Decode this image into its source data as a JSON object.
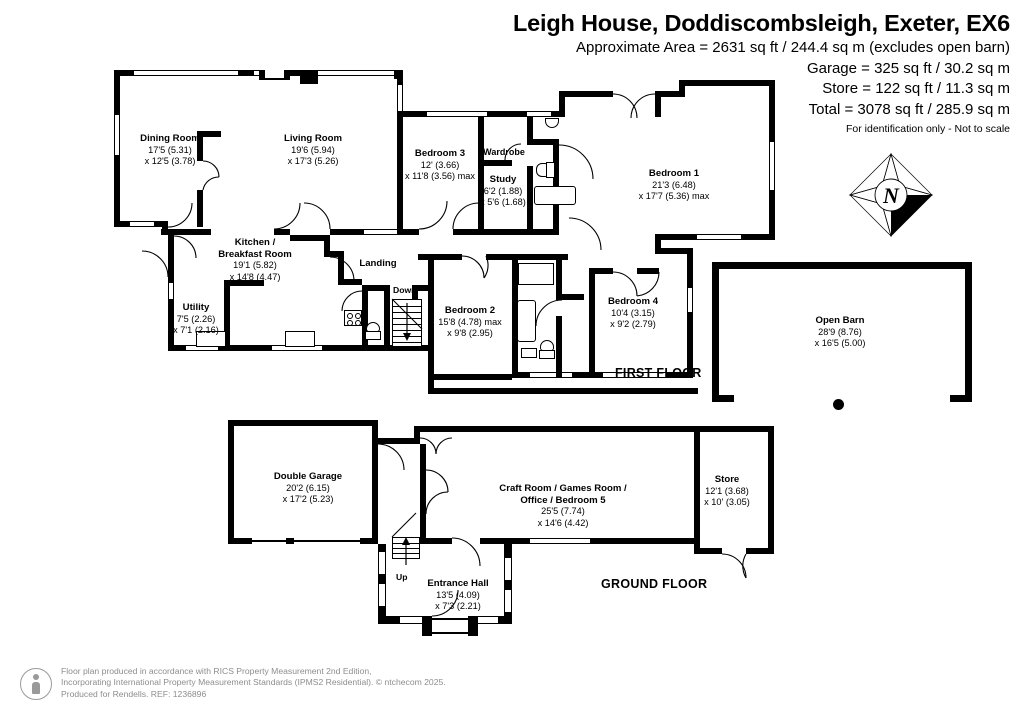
{
  "header": {
    "title": "Leigh House, Doddiscombsleigh, Exeter, EX6",
    "area_line": "Approximate Area = 2631 sq ft / 244.4 sq m (excludes open barn)",
    "garage_line": "Garage = 325 sq ft / 30.2 sq m",
    "store_line": "Store = 122 sq ft / 11.3 sq m",
    "total_line": "Total = 3078 sq ft / 285.9 sq m",
    "disclaimer": "For identification only - Not to scale"
  },
  "compass": {
    "north_letter": "N"
  },
  "floor_labels": {
    "first": "FIRST FLOOR",
    "ground": "GROUND FLOOR"
  },
  "stairs": {
    "down_label": "Down",
    "up_label": "Up"
  },
  "first_floor": {
    "rooms": [
      {
        "name": "Dining Room",
        "dim1": "17'5 (5.31)",
        "dim2": "x 12'5 (3.78)"
      },
      {
        "name": "Living Room",
        "dim1": "19'6 (5.94)",
        "dim2": "x 17'3 (5.26)"
      },
      {
        "name": "Kitchen /",
        "name2": "Breakfast Room",
        "dim1": "19'1 (5.82)",
        "dim2": "x 14'8 (4.47)"
      },
      {
        "name": "Utility",
        "dim1": "7'5 (2.26)",
        "dim2": "x 7'1 (2.16)"
      },
      {
        "name": "Landing",
        "dim1": "",
        "dim2": ""
      },
      {
        "name": "Bedroom 3",
        "dim1": "12' (3.66)",
        "dim2": "x 11'8 (3.56) max"
      },
      {
        "name": "Wardrobe",
        "dim1": "",
        "dim2": ""
      },
      {
        "name": "Study",
        "dim1": "6'2 (1.88)",
        "dim2": "x 5'6 (1.68)"
      },
      {
        "name": "Bedroom 1",
        "dim1": "21'3 (6.48)",
        "dim2": "x 17'7 (5.36) max"
      },
      {
        "name": "Bedroom 2",
        "dim1": "15'8 (4.78) max",
        "dim2": "x 9'8 (2.95)"
      },
      {
        "name": "Bedroom 4",
        "dim1": "10'4 (3.15)",
        "dim2": "x 9'2 (2.79)"
      },
      {
        "name": "Open Barn",
        "dim1": "28'9 (8.76)",
        "dim2": "x 16'5 (5.00)"
      }
    ]
  },
  "ground_floor": {
    "rooms": [
      {
        "name": "Double Garage",
        "dim1": "20'2 (6.15)",
        "dim2": "x 17'2 (5.23)"
      },
      {
        "name": "Craft Room / Games Room /",
        "name2": "Office / Bedroom 5",
        "dim1": "25'5 (7.74)",
        "dim2": "x 14'6 (4.42)"
      },
      {
        "name": "Store",
        "dim1": "12'1 (3.68)",
        "dim2": "x 10' (3.05)"
      },
      {
        "name": "Entrance Hall",
        "dim1": "13'5 (4.09)",
        "dim2": "x 7'3 (2.21)"
      }
    ]
  },
  "footer": {
    "line1": "Floor plan produced in accordance with RICS Property Measurement 2nd Edition,",
    "line2": "Incorporating International Property Measurement Standards (IPMS2 Residential).    © ntchecom 2025.",
    "line3": "Produced for Rendells.    REF: 1236896"
  },
  "colors": {
    "wall": "#000000",
    "paper": "#ffffff",
    "footer_text": "#8d8d8d"
  }
}
